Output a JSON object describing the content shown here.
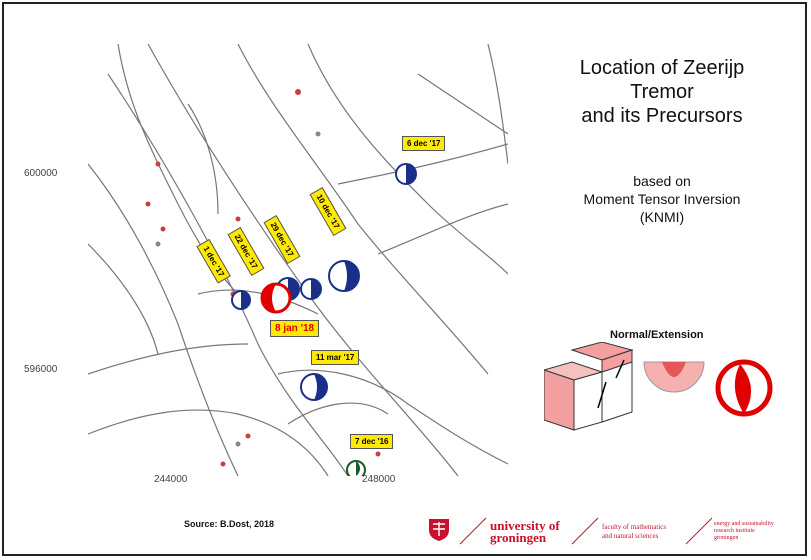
{
  "slide": {
    "title_lines": [
      "Location of Zeerijp",
      "Tremor",
      "and its Precursors"
    ],
    "subtitle_lines": [
      "based on",
      "Moment Tensor Inversion",
      "(KNMI)"
    ],
    "normal_label": "Normal/Extension",
    "source": "Source: B.Dost, 2018"
  },
  "map": {
    "y_ticks": [
      "600000",
      "596000"
    ],
    "x_ticks": [
      "244000",
      "248000"
    ],
    "events": [
      {
        "label": "6 dec '17"
      },
      {
        "label": "10 dec '17"
      },
      {
        "label": "29 dec '17"
      },
      {
        "label": "22 dec '17"
      },
      {
        "label": "1 dec '17"
      },
      {
        "label": "8 jan '18"
      },
      {
        "label": "11 mar '17"
      },
      {
        "label": "7 dec '16"
      }
    ]
  },
  "footer": {
    "uni_line1": "university of",
    "uni_line2": "groningen",
    "faculty_line1": "faculty of mathematics",
    "faculty_line2": "and natural sciences",
    "esri_line1": "energy and sustainability",
    "esri_line2": "research institute",
    "esri_line3": "groningen"
  },
  "colors": {
    "tag_yellow": "#ffea00",
    "accent_red": "#e00000",
    "beachball_blue": "#1a2f8a",
    "brand_red": "#c8102e"
  }
}
